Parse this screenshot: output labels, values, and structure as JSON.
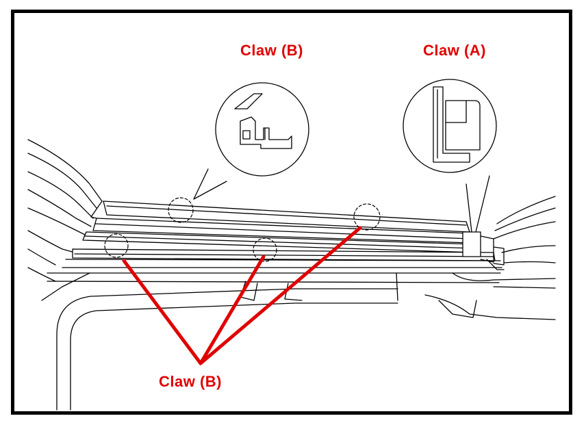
{
  "diagram": {
    "labels": {
      "claw_b_top": "Claw (B)",
      "claw_a_top": "Claw (A)",
      "claw_b_bottom": "Claw (B)"
    },
    "colors": {
      "callout": "#e00000",
      "ink": "#000000",
      "background": "#ffffff"
    },
    "icons": {
      "detail_b": "claw-b-detail-icon",
      "detail_a": "claw-a-detail-icon"
    }
  }
}
